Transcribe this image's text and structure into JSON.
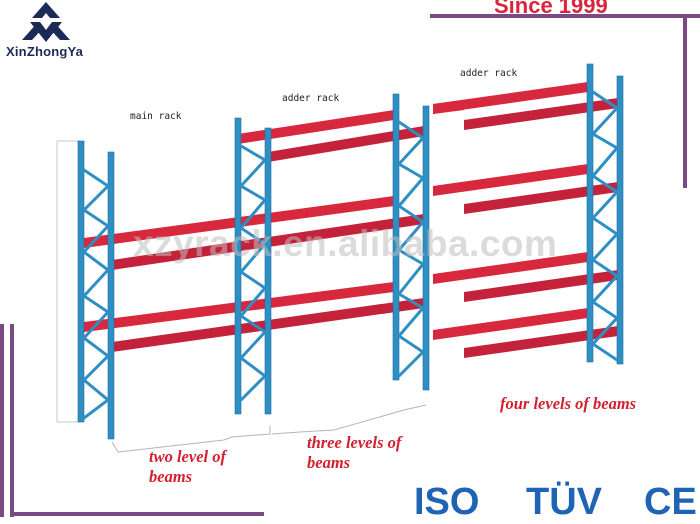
{
  "brand": {
    "name": "XinZhongYa",
    "since": "Since 1999",
    "colors": {
      "navy": "#1b2a57",
      "red": "#d9243a",
      "purple": "#7a4a86",
      "blue": "#1e63b4"
    }
  },
  "labels": {
    "main_rack": "main rack",
    "adder_rack_1": "adder rack",
    "adder_rack_2": "adder rack"
  },
  "captions": {
    "two_levels": [
      "two level of",
      "beams"
    ],
    "three_levels": [
      "three levels of",
      "beams"
    ],
    "four_levels": "four levels of beams"
  },
  "watermark": "xzyrack.en.alibaba.com",
  "certifications": [
    "ISO",
    "TÜV",
    "CE"
  ],
  "rack_colors": {
    "upright": "#2e8fc4",
    "upright_dark": "#1f6f9e",
    "beam": "#d8283e",
    "beam_dark": "#a81c2e"
  }
}
